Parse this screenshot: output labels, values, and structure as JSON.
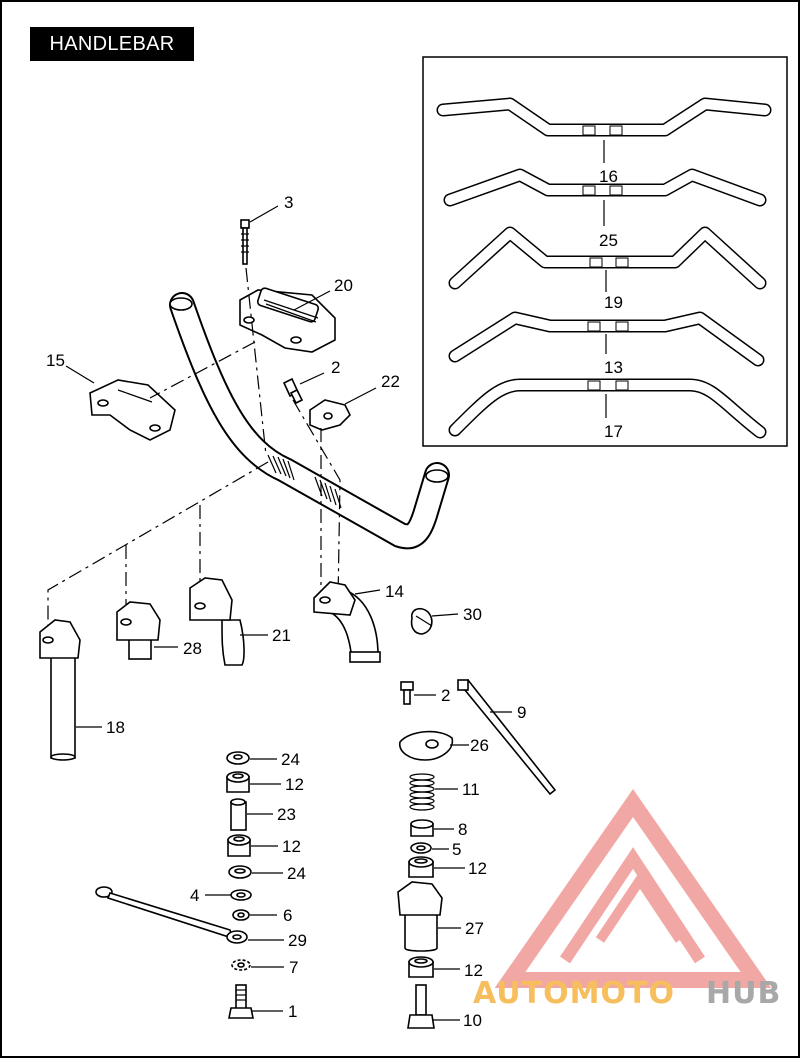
{
  "title": "HANDLEBAR",
  "callouts": {
    "c1": "1",
    "c2a": "2",
    "c2b": "2",
    "c3": "3",
    "c4": "4",
    "c5": "5",
    "c6": "6",
    "c7": "7",
    "c8": "8",
    "c9": "9",
    "c10": "10",
    "c11": "11",
    "c12a": "12",
    "c12b": "12",
    "c12c": "12",
    "c12d": "12",
    "c13": "13",
    "c14": "14",
    "c15": "15",
    "c16": "16",
    "c17": "17",
    "c18": "18",
    "c19": "19",
    "c20": "20",
    "c21": "21",
    "c22": "22",
    "c23": "23",
    "c24a": "24",
    "c24b": "24",
    "c25": "25",
    "c26": "26",
    "c27": "27",
    "c28": "28",
    "c29": "29",
    "c30": "30"
  },
  "watermark": {
    "text_a": "AUTOMOTO",
    "text_b": "HUB",
    "color_a": "#f5b340",
    "color_b": "#9a9a9a",
    "logo_color": "#ef9a96"
  },
  "colors": {
    "line": "#000000",
    "background": "#ffffff"
  }
}
